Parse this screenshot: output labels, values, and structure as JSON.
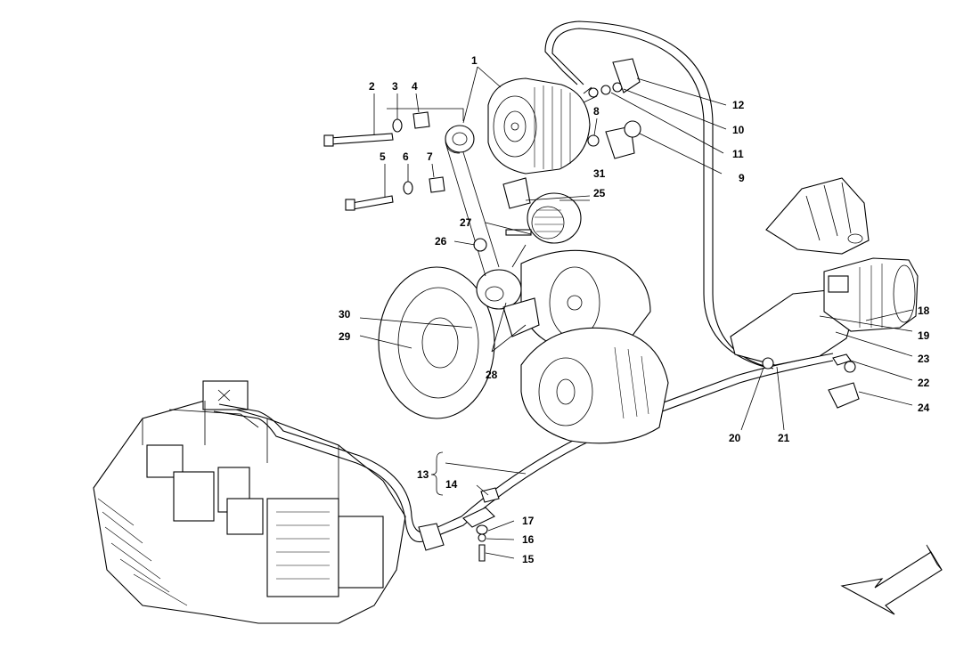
{
  "callouts": {
    "c1": "1",
    "c2": "2",
    "c3": "3",
    "c4": "4",
    "c5": "5",
    "c6": "6",
    "c7": "7",
    "c8": "8",
    "c9": "9",
    "c10": "10",
    "c11": "11",
    "c12": "12",
    "c13": "13",
    "c14": "14",
    "c15": "15",
    "c16": "16",
    "c17": "17",
    "c18": "18",
    "c19": "19",
    "c20": "20",
    "c21": "21",
    "c22": "22",
    "c23": "23",
    "c24": "24",
    "c25": "25",
    "c26": "26",
    "c27": "27",
    "c28": "28",
    "c29": "29",
    "c30": "30",
    "c31": "31"
  }
}
